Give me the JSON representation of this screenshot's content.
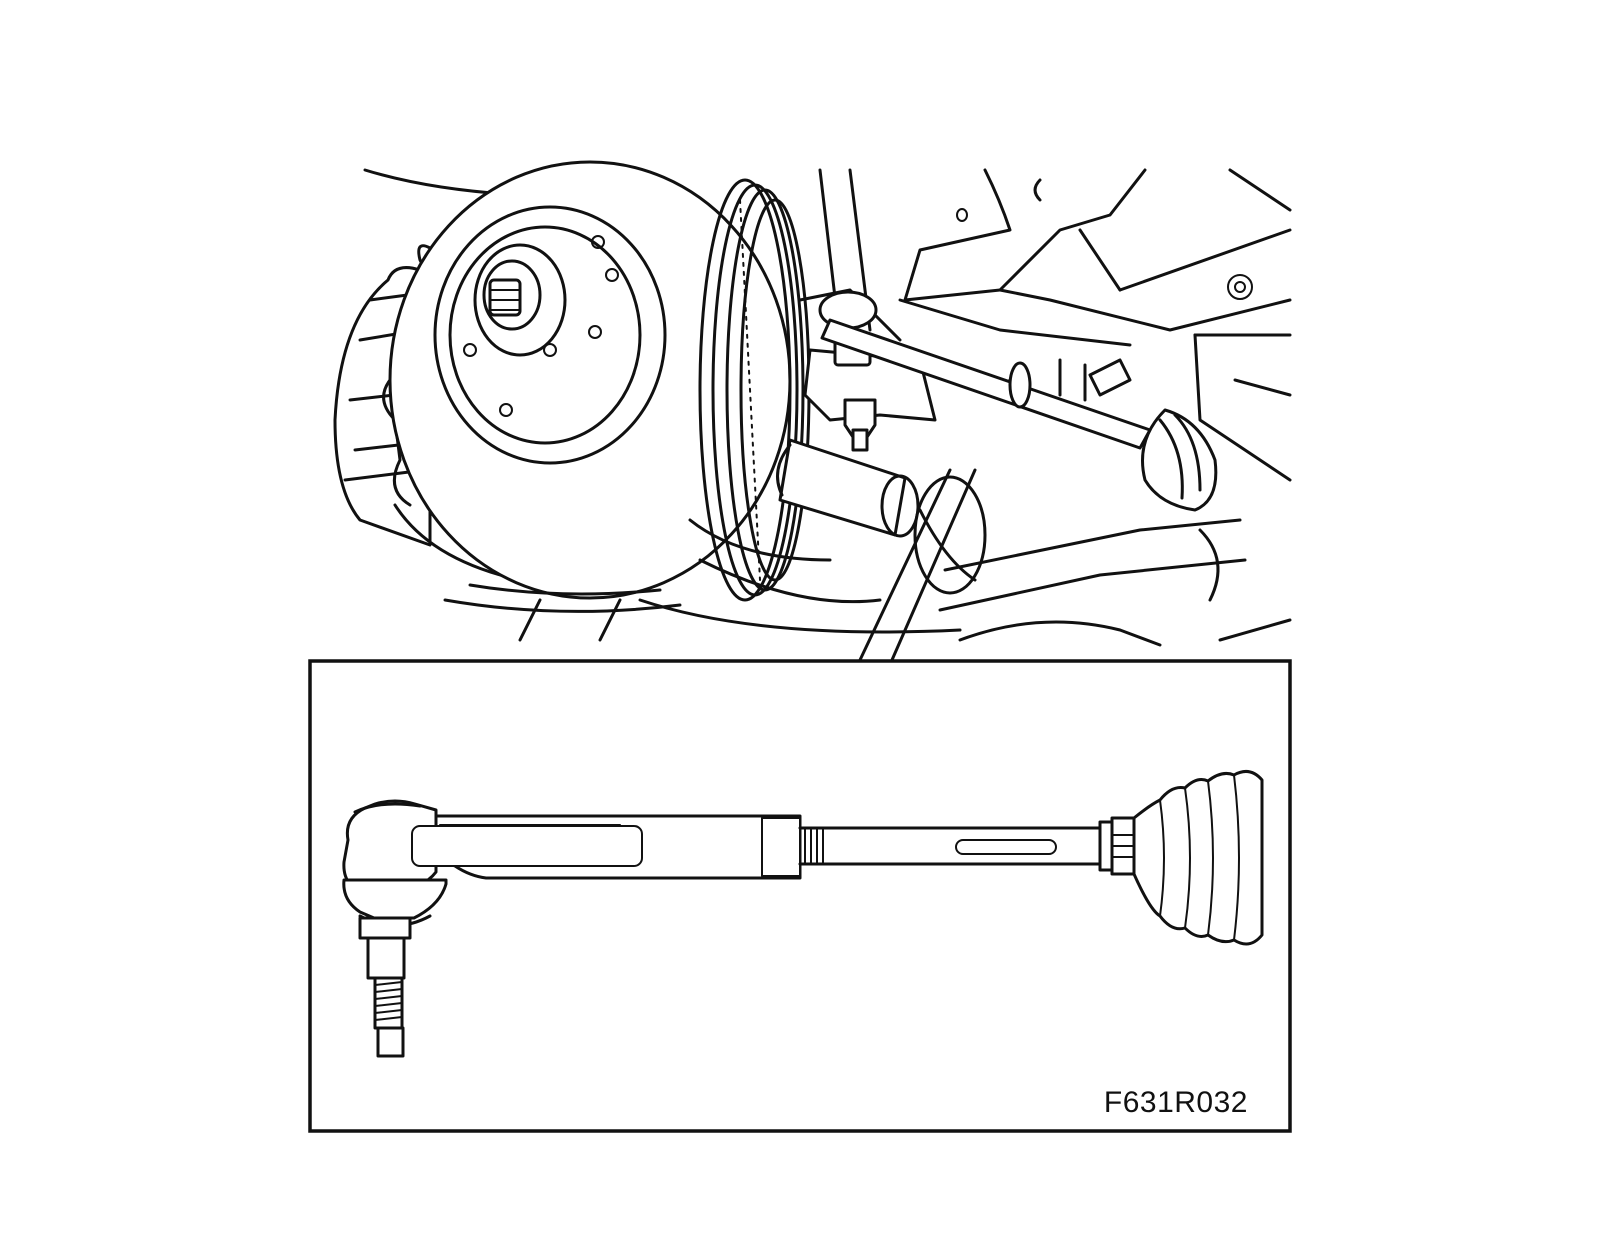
{
  "figure": {
    "code": "F631R032",
    "stroke_color": "#111111",
    "background_color": "#ffffff"
  },
  "parts": [
    "brake-disc",
    "wheel-hub",
    "brake-caliper",
    "drive-shaft",
    "tie-rod",
    "tie-rod-end",
    "rubber-boot",
    "ball-joint-stud"
  ]
}
